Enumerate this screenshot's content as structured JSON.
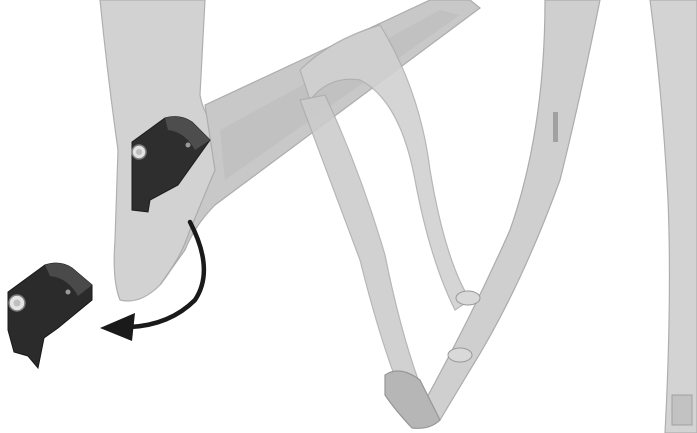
{
  "figure": {
    "type": "assembly-instruction-illustration",
    "colors": {
      "background": "#ffffff",
      "frame_fill": "#c9c9c9",
      "frame_fill_dark": "#b3b3b3",
      "frame_stroke": "#a8a8a8",
      "part_dark": "#2b2b2b",
      "part_mid": "#4a4a4a",
      "arrow": "#1a1a1a",
      "bolt": "#dcdcdc"
    },
    "icons": [
      "dropout-insert-part",
      "removal-arrow",
      "bolt-head"
    ]
  }
}
